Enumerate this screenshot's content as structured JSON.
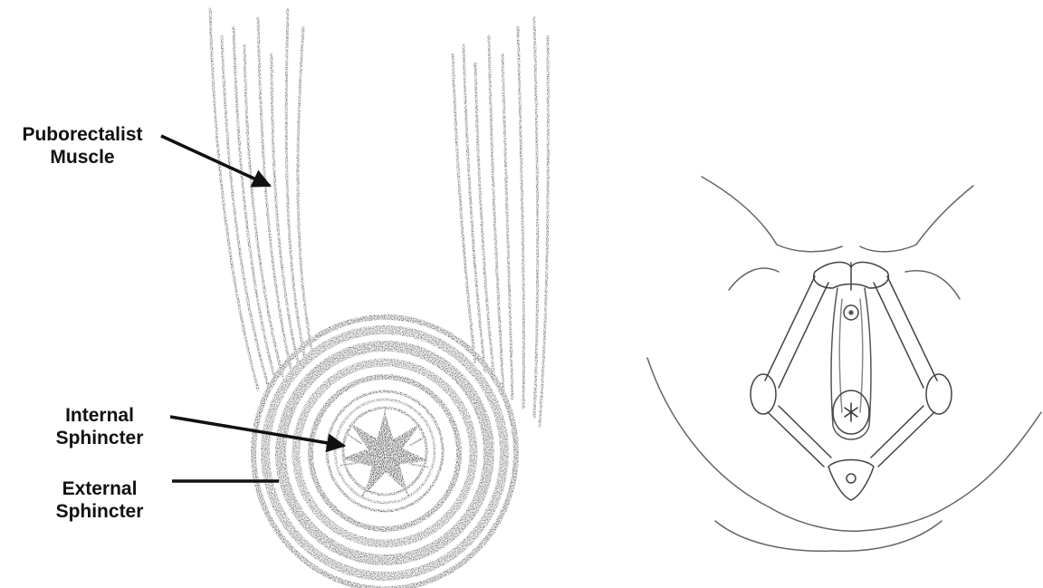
{
  "labels": {
    "puborectalis": {
      "line1": "Puborectalist",
      "line2": "Muscle"
    },
    "internal": {
      "line1": "Internal",
      "line2": "Sphincter"
    },
    "external": {
      "line1": "External",
      "line2": "Sphincter"
    }
  },
  "colors": {
    "ink": "#111111",
    "pencil": "#555555",
    "lightline": "#777777",
    "bg": "#ffffff"
  }
}
